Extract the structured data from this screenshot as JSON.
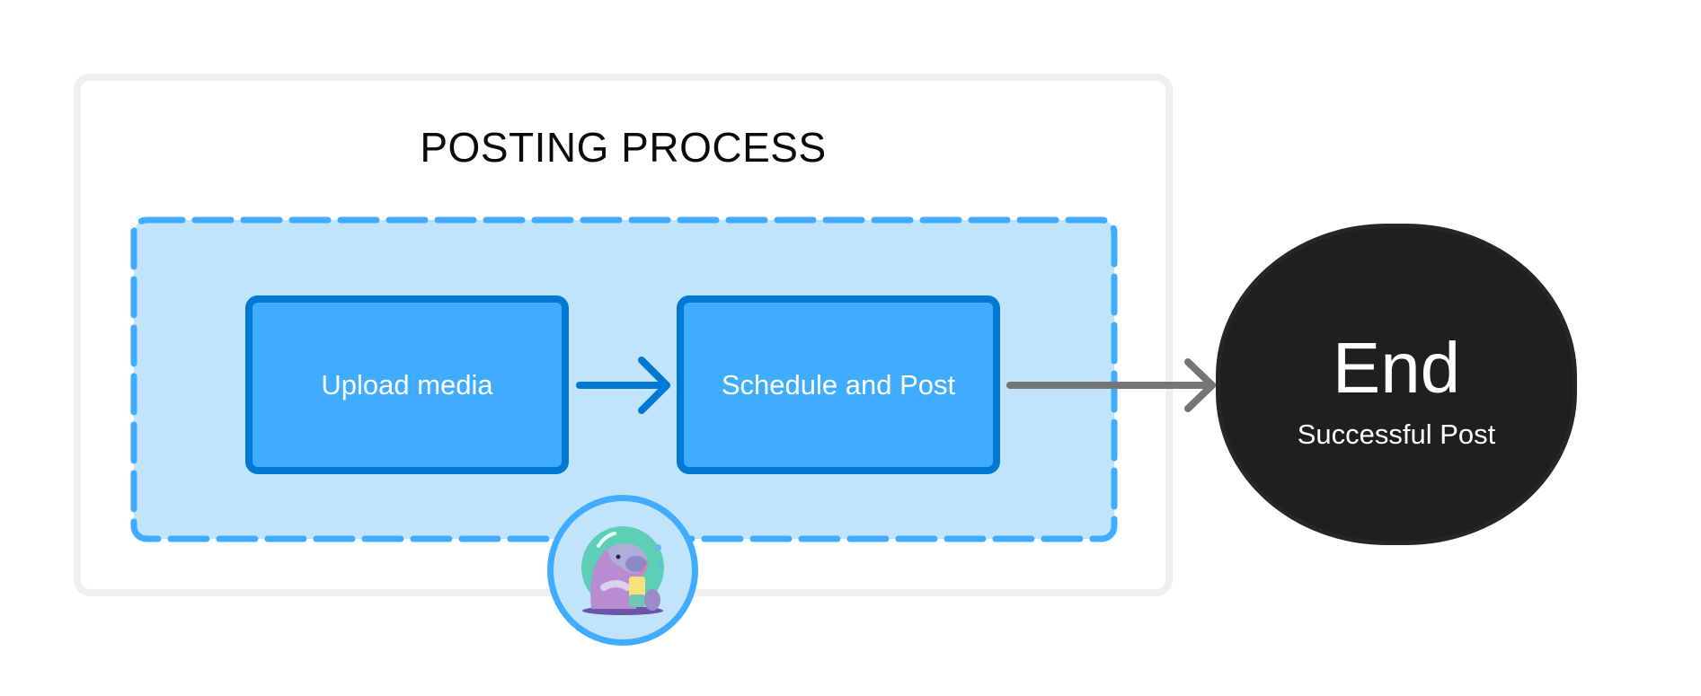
{
  "diagram": {
    "group": {
      "title": "POSTING PROCESS"
    },
    "steps": [
      {
        "id": "upload",
        "label": "Upload media"
      },
      {
        "id": "schedule",
        "label": "Schedule and Post"
      }
    ],
    "end_node": {
      "title": "End",
      "subtitle": "Successful Post"
    },
    "edges": [
      {
        "from": "upload",
        "to": "schedule",
        "color": "#0078D4"
      },
      {
        "from": "schedule",
        "to": "end",
        "color": "#757575"
      }
    ],
    "avatar": {
      "icon": "manatee-mascot-icon"
    },
    "colors": {
      "group_border": "#EFEFEF",
      "subgroup_fill": "#C2E4FB",
      "subgroup_border": "#3FACFF",
      "step_fill": "#3FACFF",
      "step_border": "#0078D4",
      "end_fill": "#1F1F1F"
    }
  }
}
